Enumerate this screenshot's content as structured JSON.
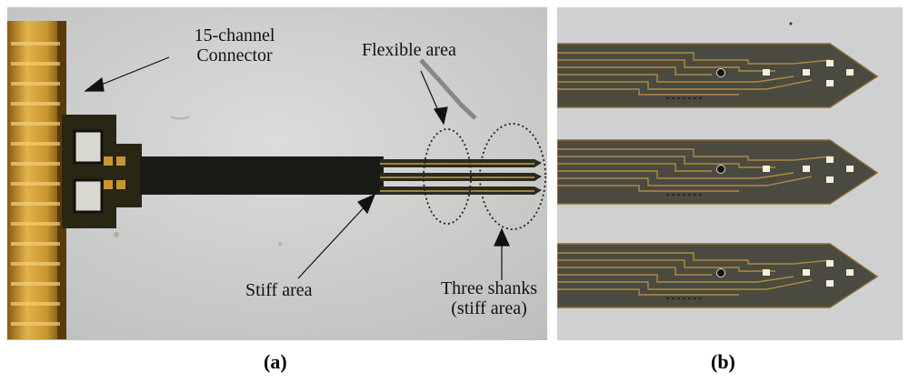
{
  "figure": {
    "panel_a": {
      "caption": "(a)",
      "labels": {
        "connector_line1": "15-channel",
        "connector_line2": "Connector",
        "flexible": "Flexible area",
        "stiff": "Stiff area",
        "shanks_line1": "Three shanks",
        "shanks_line2": "(stiff area)"
      }
    },
    "panel_b": {
      "caption": "(b)",
      "probe_count": 3
    },
    "colors": {
      "background_a": "#cfcfcd",
      "gold": "#c8962e",
      "probe_dark": "#1a1a16",
      "background_b": "#cfd0d2",
      "probe_b_body": "#4a4a40",
      "trace_gold": "#b08a40"
    }
  }
}
